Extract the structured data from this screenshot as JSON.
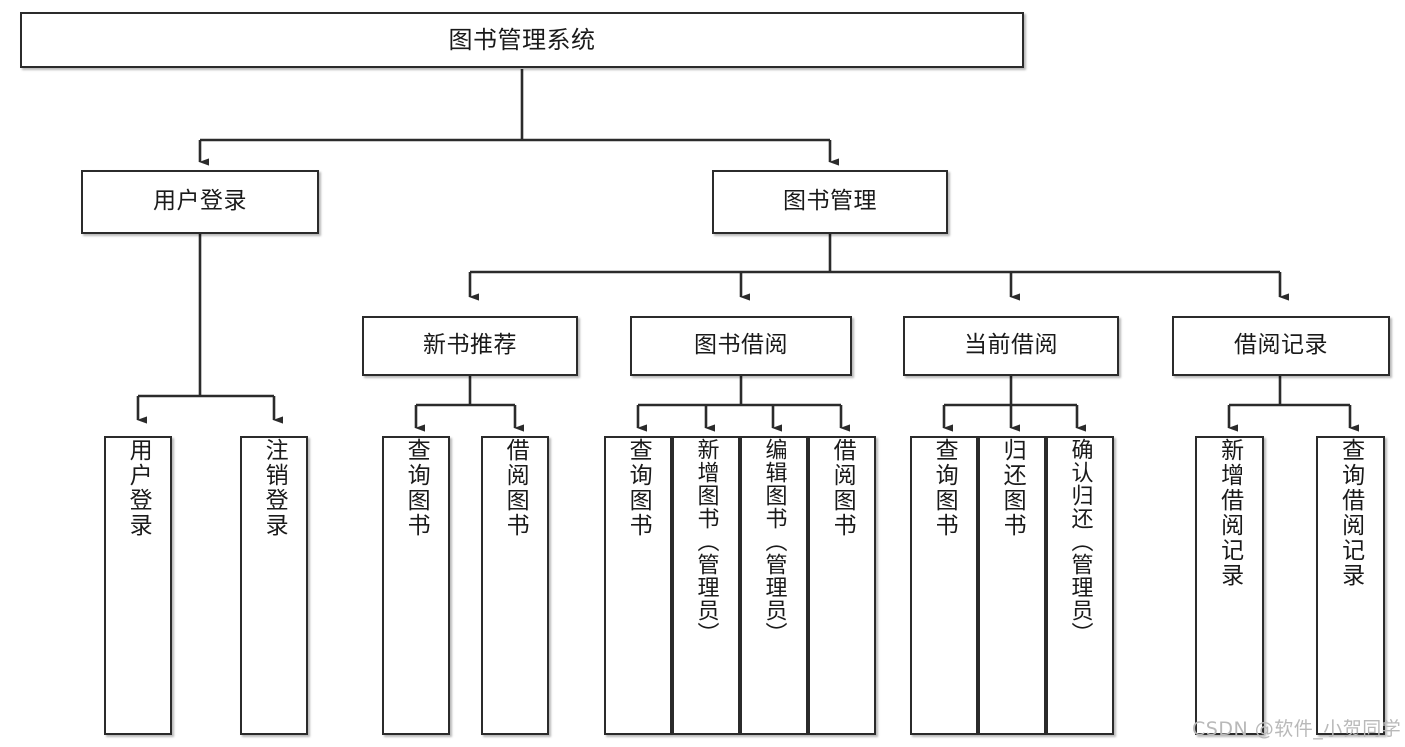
{
  "diagram": {
    "type": "tree-hierarchy",
    "title": "图书管理系统",
    "orientation": "top-down",
    "colors": {
      "node_border": "#2b2b2b",
      "node_fill": "#ffffff",
      "connector": "#2b2b2b",
      "text": "#1a1a1a",
      "watermark": "#b9b9b9",
      "background": "#ffffff"
    },
    "nodes": {
      "root": {
        "label": "图书管理系统"
      },
      "level2": [
        {
          "id": "user-login",
          "label": "用户登录"
        },
        {
          "id": "book-manage",
          "label": "图书管理"
        }
      ],
      "level3": [
        {
          "id": "new-book-recommend",
          "label": "新书推荐"
        },
        {
          "id": "book-borrow",
          "label": "图书借阅"
        },
        {
          "id": "current-borrow",
          "label": "当前借阅"
        },
        {
          "id": "borrow-record",
          "label": "借阅记录"
        }
      ],
      "leaves": {
        "user-login": [
          {
            "id": "leaf-user-login",
            "label": "用户登录"
          },
          {
            "id": "leaf-user-logout",
            "label": "注销登录"
          }
        ],
        "new-book-recommend": [
          {
            "id": "leaf-query-book-1",
            "label": "查询图书"
          },
          {
            "id": "leaf-borrow-book-1",
            "label": "借阅图书"
          }
        ],
        "book-borrow": [
          {
            "id": "leaf-query-book-2",
            "label": "查询图书"
          },
          {
            "id": "leaf-add-book",
            "label": "新增图书（管理员）"
          },
          {
            "id": "leaf-edit-book",
            "label": "编辑图书（管理员）"
          },
          {
            "id": "leaf-borrow-book-2",
            "label": "借阅图书"
          }
        ],
        "current-borrow": [
          {
            "id": "leaf-query-book-3",
            "label": "查询图书"
          },
          {
            "id": "leaf-return-book",
            "label": "归还图书"
          },
          {
            "id": "leaf-confirm-return",
            "label": "确认归还（管理员）"
          }
        ],
        "borrow-record": [
          {
            "id": "leaf-add-record",
            "label": "新增借阅记录"
          },
          {
            "id": "leaf-query-record",
            "label": "查询借阅记录"
          }
        ]
      }
    }
  },
  "watermark": {
    "text": "CSDN @软件_小贺同学"
  }
}
